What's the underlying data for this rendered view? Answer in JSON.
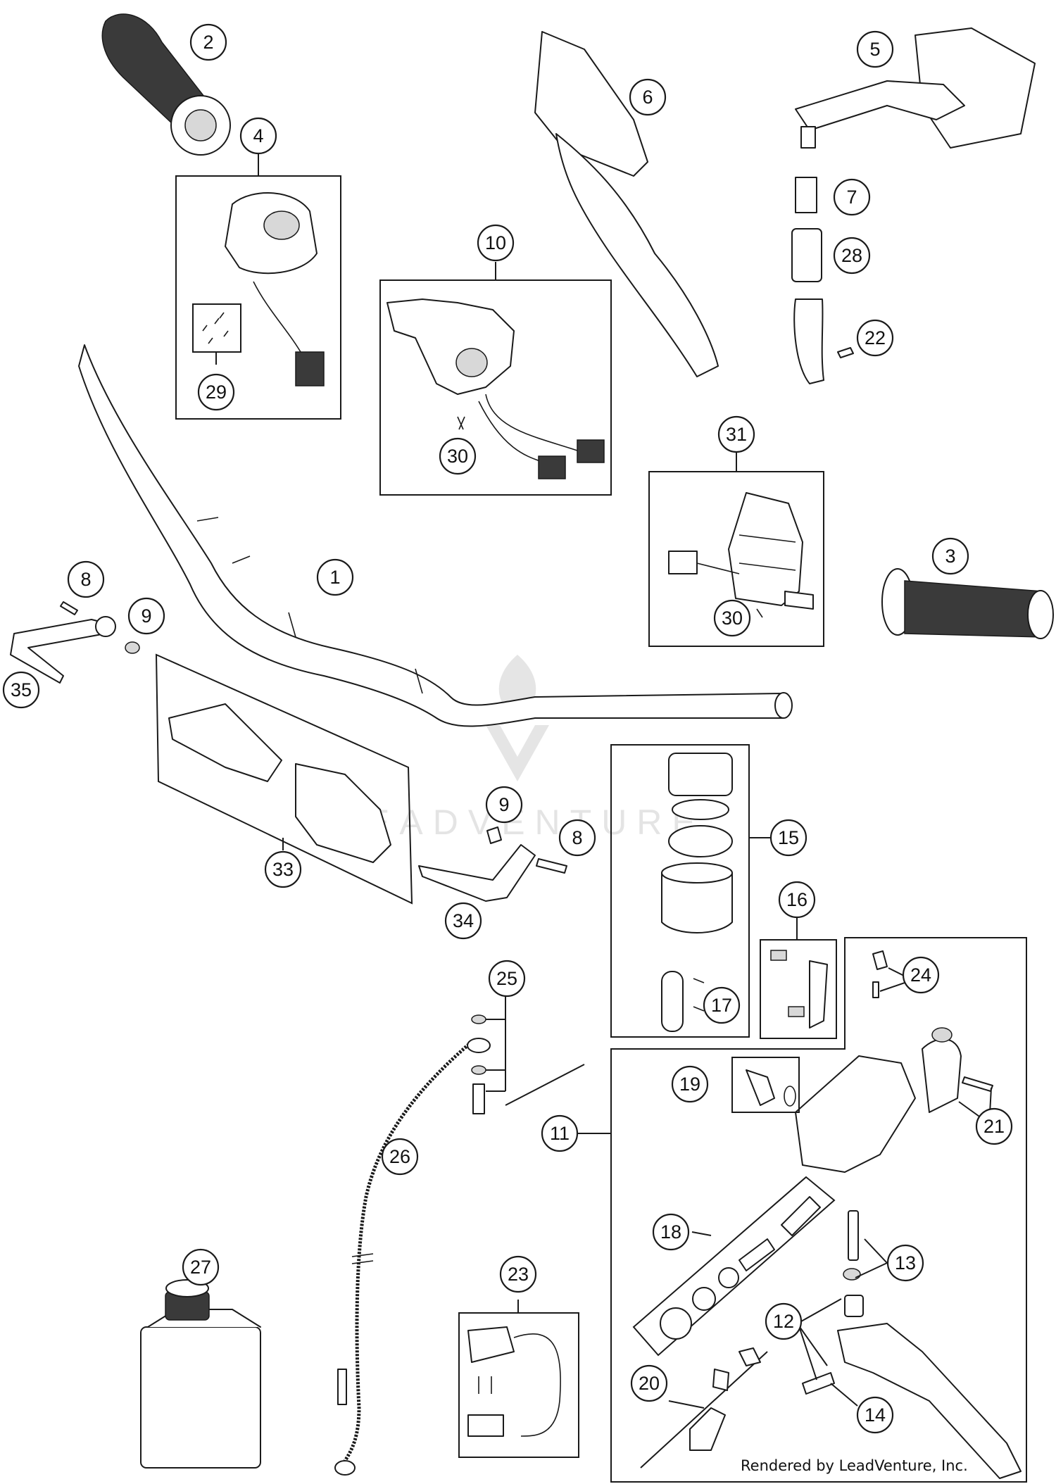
{
  "callouts": [
    "1",
    "2",
    "3",
    "4",
    "5",
    "6",
    "7",
    "8",
    "8",
    "9",
    "9",
    "10",
    "11",
    "12",
    "13",
    "14",
    "15",
    "16",
    "17",
    "18",
    "19",
    "20",
    "21",
    "22",
    "23",
    "24",
    "25",
    "26",
    "27",
    "28",
    "29",
    "30",
    "30",
    "31",
    "33",
    "34",
    "35"
  ],
  "credit": "Rendered by LeadVenture, Inc.",
  "watermark_text": "LEADVENTURE"
}
